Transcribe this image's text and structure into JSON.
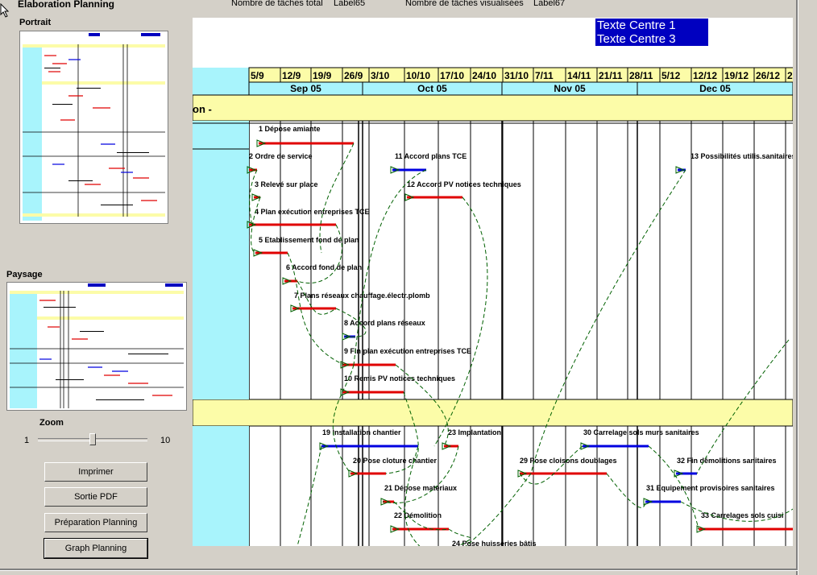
{
  "window": {
    "title": "Elaboration Planning"
  },
  "header": {
    "total_label": "Nombre de tâches total",
    "total_value": "Label65",
    "visible_label": "Nombre de tâches  visualisées",
    "visible_value": "Label67"
  },
  "panels": {
    "portrait": "Portrait",
    "paysage": "Paysage"
  },
  "zoom": {
    "label": "Zoom",
    "min": "1",
    "max": "10",
    "level": 0.5
  },
  "buttons": {
    "imprimer": "Imprimer",
    "pdf": "Sortie PDF",
    "preparation": "Préparation Planning",
    "graph": "Graph Planning"
  },
  "gantt": {
    "centre_text_1": "Texte Centre 1",
    "centre_text_3": "Texte Centre 3",
    "weeks": [
      "5/9",
      "12/9",
      "19/9",
      "26/9",
      "3/10",
      "10/10",
      "17/10",
      "24/10",
      "31/10",
      "7/11",
      "14/11",
      "21/11",
      "28/11",
      "5/12",
      "12/12",
      "19/12",
      "26/12",
      "2"
    ],
    "months": [
      "Sep 05",
      "Oct 05",
      "Nov 05",
      "Dec 05"
    ],
    "section_label": "on -",
    "tasks": [
      {
        "label": "1 Dépose amiante",
        "color": "#e00000"
      },
      {
        "label": "2 Ordre de service",
        "color": "#e00000"
      },
      {
        "label": "11 Accord plans TCE",
        "color": "#0000e0"
      },
      {
        "label": "13 Possibilités utilis.sanitaires",
        "color": "#0000e0"
      },
      {
        "label": "3 Relevé sur place",
        "color": "#e00000"
      },
      {
        "label": "12 Accord PV notices techniques",
        "color": "#e00000"
      },
      {
        "label": "4 Plan exécution entreprises TCE",
        "color": "#e00000"
      },
      {
        "label": "5 Etablissement fond de plan",
        "color": "#e00000"
      },
      {
        "label": "6 Accord fond de plan",
        "color": "#e00000"
      },
      {
        "label": "7 Plans réseaux chauffage.électr.plomb",
        "color": "#e00000"
      },
      {
        "label": "8 Accord plans réseaux",
        "color": "#0000e0"
      },
      {
        "label": "9 Fin plan exécution entreprises TCE",
        "color": "#e00000"
      },
      {
        "label": "10 Remis PV notices techniques",
        "color": "#e00000"
      },
      {
        "label": "19 Installation chantier",
        "color": "#0000e0"
      },
      {
        "label": "23 Implantation",
        "color": "#e00000"
      },
      {
        "label": "30 Carrelage sols murs sanitaires",
        "color": "#0000e0"
      },
      {
        "label": "20 Pose cloture chantier",
        "color": "#e00000"
      },
      {
        "label": "29 Pose cloisons doublages",
        "color": "#e00000"
      },
      {
        "label": "32 Fin démolitions sanitaires",
        "color": "#0000e0"
      },
      {
        "label": "21 Dépose materiaux",
        "color": "#e00000"
      },
      {
        "label": "31 Equipement provisoires sanitaires",
        "color": "#0000e0"
      },
      {
        "label": "22 Démolition",
        "color": "#e00000"
      },
      {
        "label": "33 Carrelages sols cuisi",
        "color": "#e00000"
      },
      {
        "label": "24 Pose huisseries bâtis",
        "color": "#e00000"
      }
    ]
  },
  "colors": {
    "side": "#a8f4fc",
    "header": "#fcfca8",
    "red": "#e00000",
    "blue": "#0000e0",
    "link": "#006000"
  }
}
